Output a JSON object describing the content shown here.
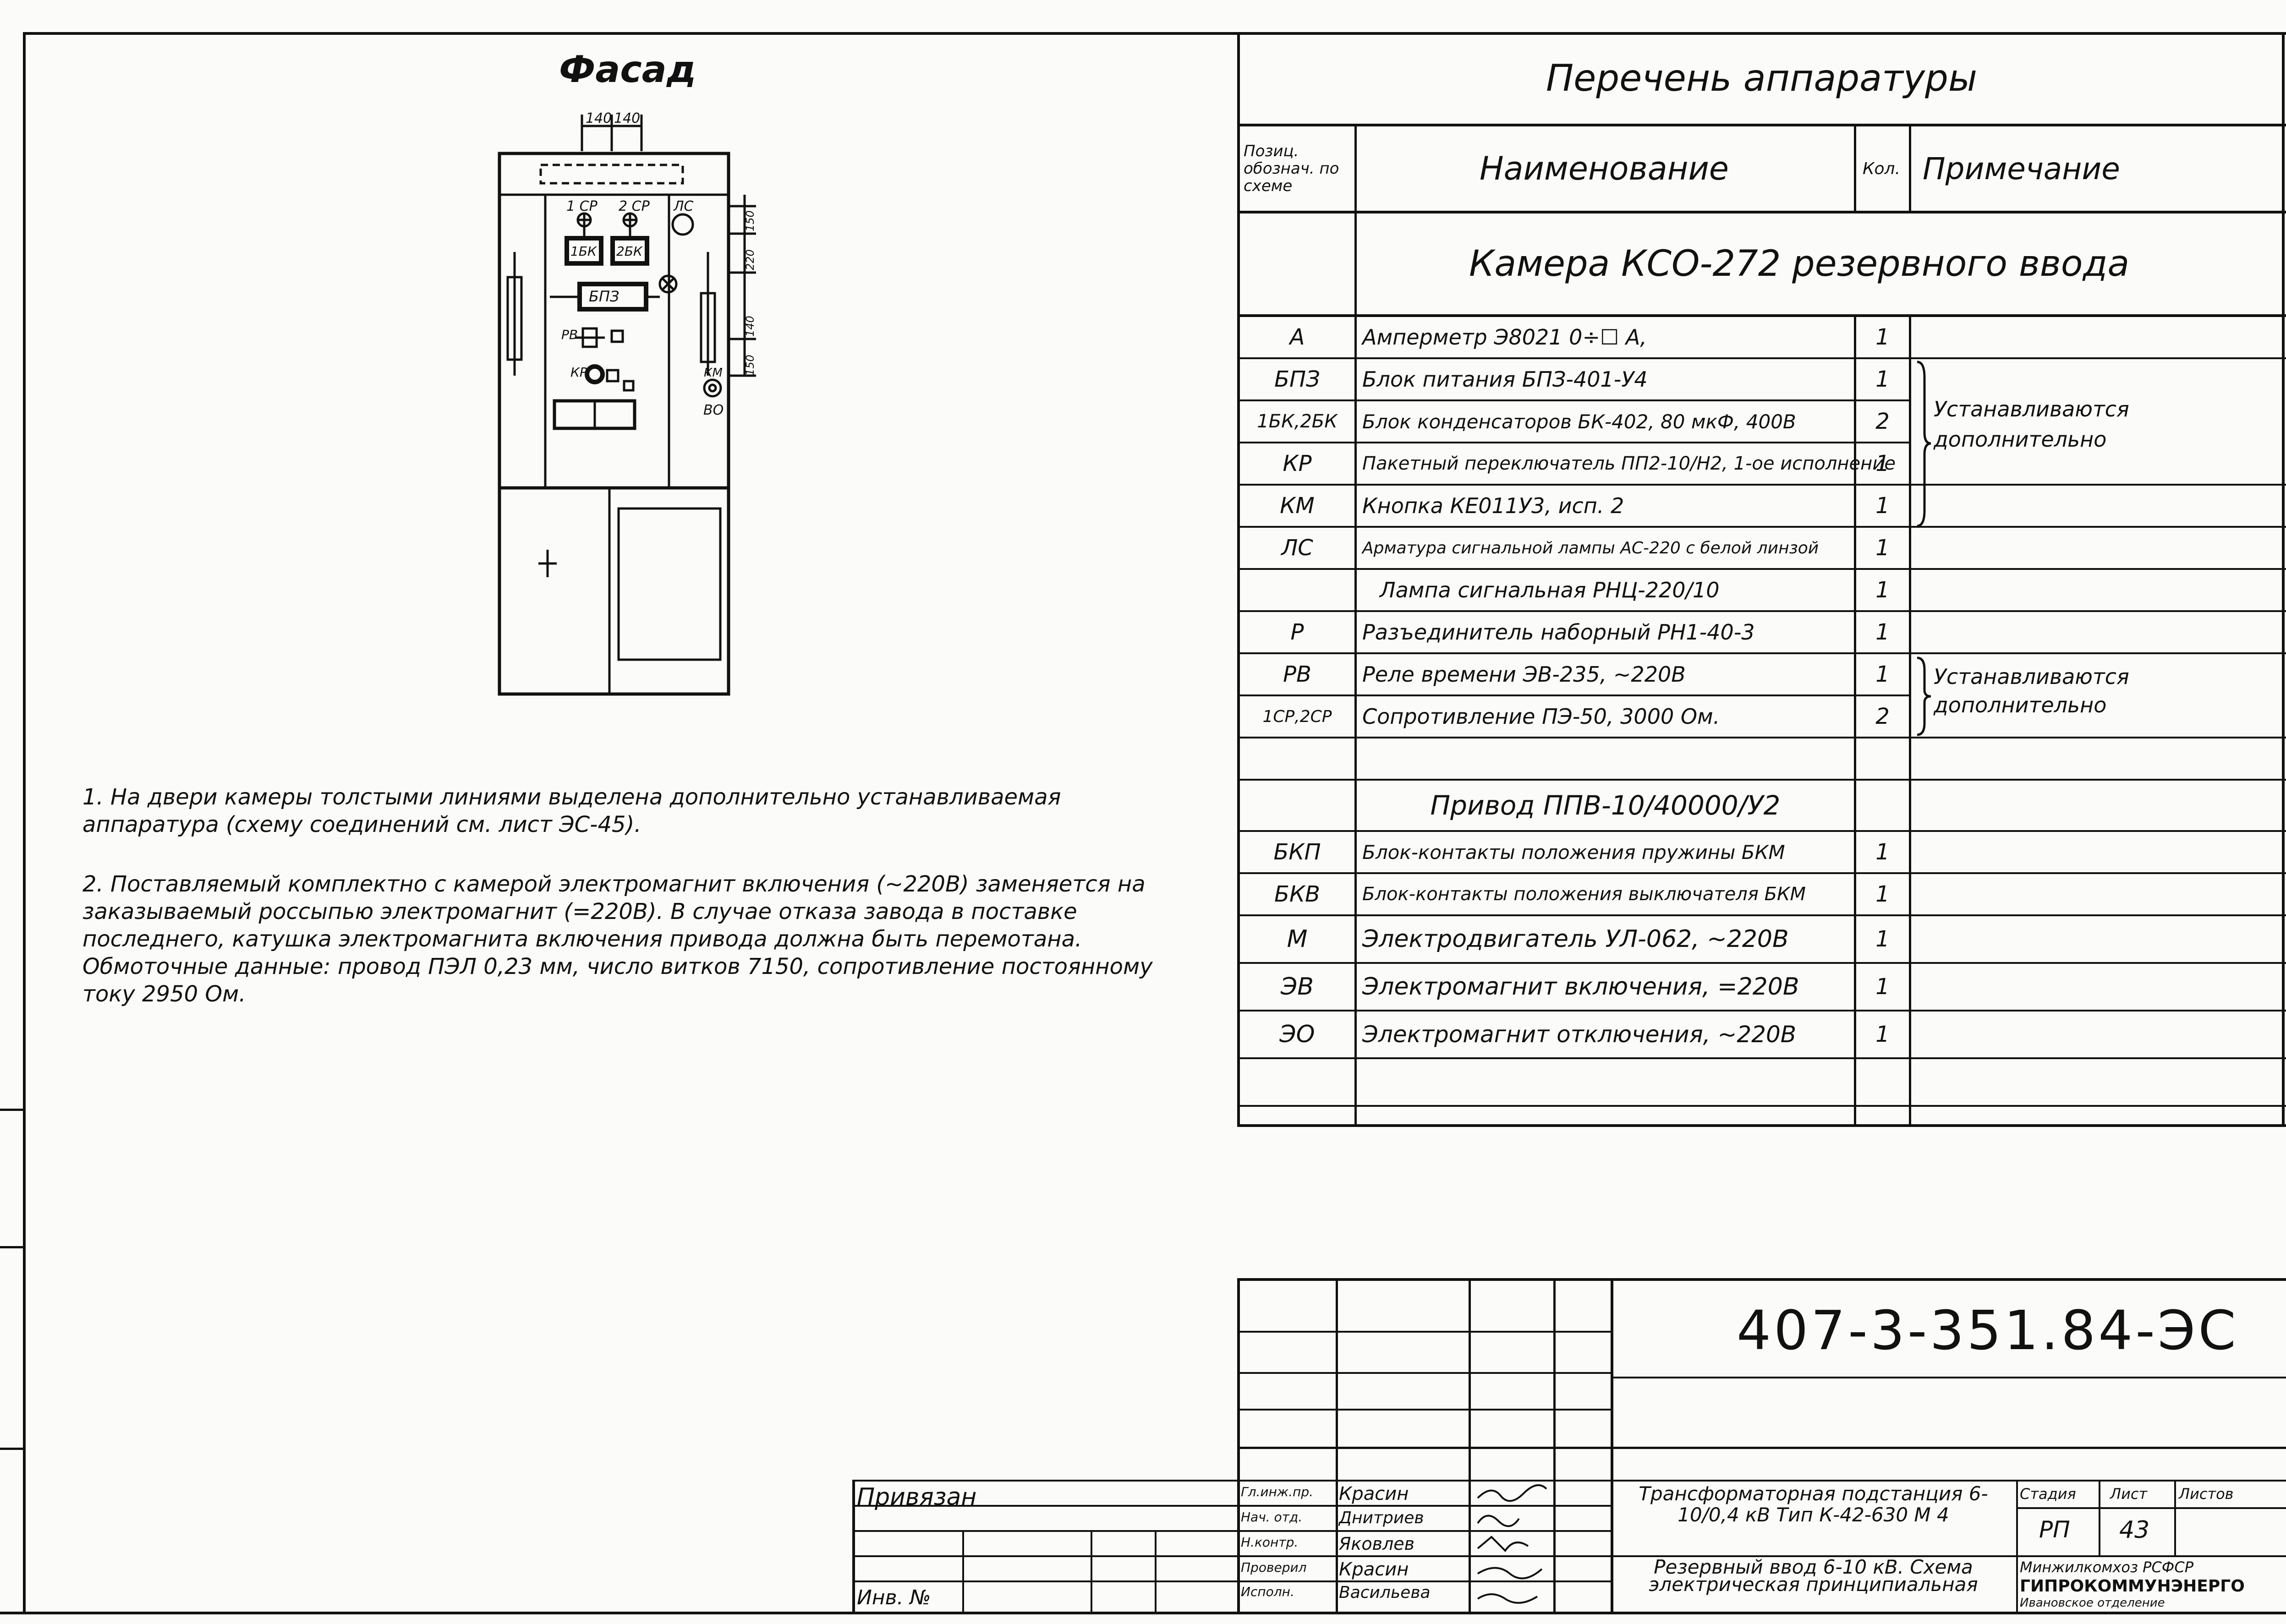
{
  "facade": {
    "title": "Фасад",
    "dims": [
      "140",
      "140"
    ],
    "side_dims": [
      "150",
      "140",
      "220",
      "150"
    ],
    "labels": [
      "1 СР",
      "2 СР",
      "ЛС",
      "1БК",
      "2БК",
      "БПЗ",
      "РВ",
      "КР",
      "КМ",
      "ВО"
    ]
  },
  "notes": [
    "1. На двери камеры толстыми линиями выделена дополнительно устанавливаемая аппаратура (схему соединений см. лист ЭС-45).",
    "2. Поставляемый комплектно с камерой электромагнит включения (~220В) заменяется на заказываемый россыпью электромагнит (=220В). В случае отказа завода в поставке последнего, катушка электромагнита включения привода должна быть перемотана. Обмоточные данные: провод ПЭЛ 0,23 мм, число витков 7150, сопротивление постоянному току 2950 Ом."
  ],
  "spec": {
    "title": "Перечень аппаратуры",
    "headers": {
      "pos": "Позиц. обознач. по схеме",
      "name": "Наименование",
      "qty": "Кол.",
      "note": "Примечание"
    },
    "section1": "Камера КСО-272 резервного ввода",
    "rows1": [
      {
        "pos": "А",
        "name": "Амперметр Э8021 0÷☐ А,",
        "qty": "1"
      },
      {
        "pos": "БПЗ",
        "name": "Блок питания БПЗ-401-У4",
        "qty": "1"
      },
      {
        "pos": "1БК,2БК",
        "name": "Блок конденсаторов БК-402, 80 мкФ, 400В",
        "qty": "2"
      },
      {
        "pos": "КР",
        "name": "Пакетный переключатель ПП2-10/Н2, 1-ое исполнение",
        "qty": "1"
      },
      {
        "pos": "КМ",
        "name": "Кнопка КЕ011У3, исп. 2",
        "qty": "1"
      },
      {
        "pos": "ЛС",
        "name": "Арматура сигнальной лампы АС-220 с белой линзой",
        "qty": "1"
      },
      {
        "pos": "",
        "name": "Лампа сигнальная РНЦ-220/10",
        "qty": "1"
      },
      {
        "pos": "Р",
        "name": "Разъединитель наборный РН1-40-3",
        "qty": "1"
      },
      {
        "pos": "РВ",
        "name": "Реле времени ЭВ-235, ~220В",
        "qty": "1"
      },
      {
        "pos": "1СР,2СР",
        "name": "Сопротивление ПЭ-50, 3000 Ом.",
        "qty": "2"
      },
      {
        "pos": "",
        "name": "",
        "qty": ""
      }
    ],
    "brace_note": "Устанавливаются дополнительно",
    "section2": "Привод ППВ-10/40000/У2",
    "rows2": [
      {
        "pos": "БКП",
        "name": "Блок-контакты положения пружины БКМ",
        "qty": "1"
      },
      {
        "pos": "БКВ",
        "name": "Блок-контакты положения выключателя БКМ",
        "qty": "1"
      },
      {
        "pos": "М",
        "name": "Электродвигатель УЛ-062, ~220В",
        "qty": "1"
      },
      {
        "pos": "ЭВ",
        "name": "Электромагнит включения, =220В",
        "qty": "1"
      },
      {
        "pos": "ЭО",
        "name": "Электромагнит отключения, ~220В",
        "qty": "1"
      },
      {
        "pos": "",
        "name": "",
        "qty": ""
      }
    ]
  },
  "title_block": {
    "code": "407-3-351.84-ЭС",
    "privyazan": "Привязан",
    "inv": "Инв. №",
    "roles": [
      "Гл.инж.пр.",
      "Нач. отд.",
      "Н.контр.",
      "Проверил",
      "Исполн."
    ],
    "names": [
      "Красин",
      "Днитриев",
      "Яковлев",
      "Красин",
      "Васильева"
    ],
    "project": "Трансформаторная подстанция 6-10/0,4 кВ Тип К-42-630 М 4",
    "sheet_title": "Резервный ввод 6-10 кВ. Схема электрическая принципиальная",
    "stage_label": "Стадия",
    "sheet_label": "Лист",
    "sheets_label": "Листов",
    "stage": "РП",
    "sheet": "43",
    "org1": "Минжилкомхоз РСФСР",
    "org2": "ГИПРОКОММУНЭНЕРГО",
    "org3": "Ивановское отделение"
  }
}
